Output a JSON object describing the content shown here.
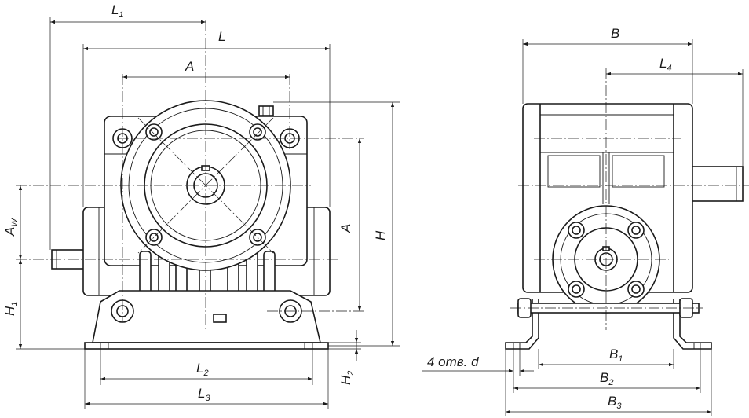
{
  "labels": {
    "L1": {
      "main": "L",
      "sub": "1"
    },
    "L": {
      "main": "L",
      "sub": ""
    },
    "A_top": {
      "main": "A",
      "sub": ""
    },
    "A_side": {
      "main": "A",
      "sub": ""
    },
    "Aw": {
      "main": "A",
      "sub": "W"
    },
    "H": {
      "main": "H",
      "sub": ""
    },
    "H1": {
      "main": "H",
      "sub": "1"
    },
    "H2": {
      "main": "H",
      "sub": "2"
    },
    "L2": {
      "main": "L",
      "sub": "2"
    },
    "L3": {
      "main": "L",
      "sub": "3"
    },
    "B": {
      "main": "B",
      "sub": ""
    },
    "L4": {
      "main": "L",
      "sub": "4"
    },
    "B1": {
      "main": "B",
      "sub": "1"
    },
    "B2": {
      "main": "B",
      "sub": "2"
    },
    "B3": {
      "main": "B",
      "sub": "3"
    },
    "holes": "4 отв. d"
  }
}
